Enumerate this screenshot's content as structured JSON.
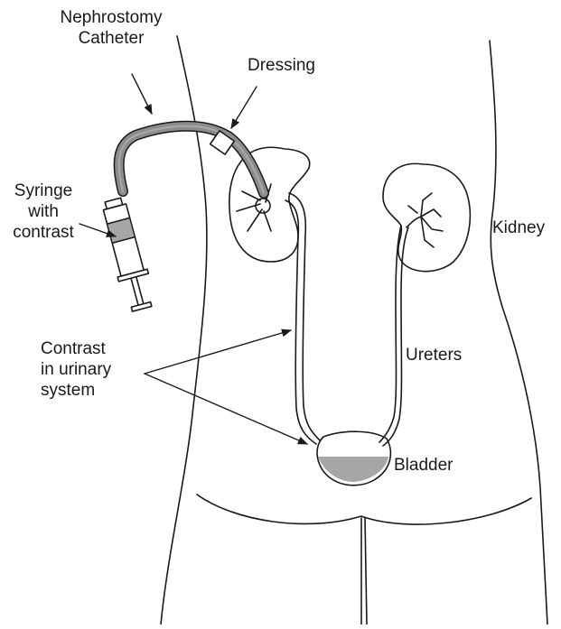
{
  "labels": {
    "nephrostomy_catheter": "Nephrostomy\nCatheter",
    "dressing": "Dressing",
    "syringe": "Syringe\nwith\ncontrast",
    "kidney": "Kidney",
    "contrast_system": "Contrast\nin urinary\nsystem",
    "ureters": "Ureters",
    "bladder": "Bladder"
  },
  "colors": {
    "outline": "#1a1a1a",
    "catheter_fill": "#8c8c8c",
    "contrast_fill": "#a6a6a6",
    "background": "#ffffff"
  }
}
